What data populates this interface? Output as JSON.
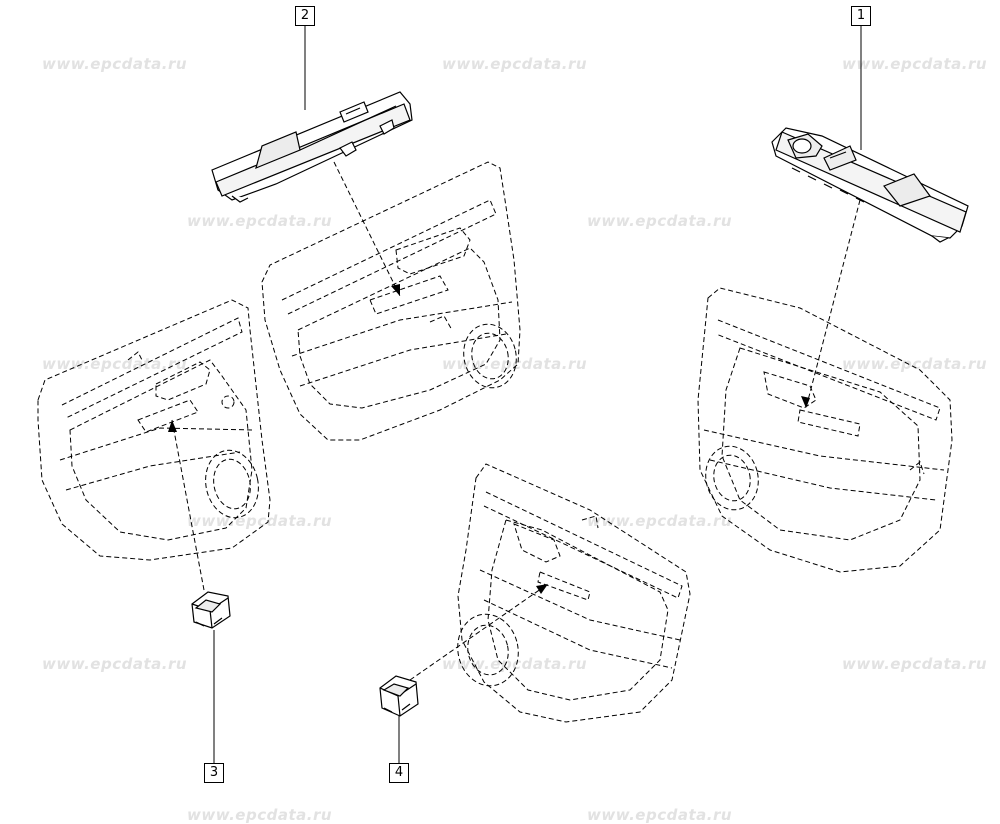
{
  "watermark": {
    "text": "www.epcdata.ru"
  },
  "callouts": {
    "c1": "1",
    "c2": "2",
    "c3": "3",
    "c4": "4"
  },
  "parts": [
    {
      "id": "1",
      "icon": "front-left-window-switch-panel-icon"
    },
    {
      "id": "2",
      "icon": "front-right-window-switch-panel-icon"
    },
    {
      "id": "3",
      "icon": "rear-left-window-switch-icon"
    },
    {
      "id": "4",
      "icon": "rear-right-window-switch-icon"
    }
  ],
  "colors": {
    "line": "#000000",
    "watermark": "#e2e2e2",
    "background": "#ffffff"
  }
}
